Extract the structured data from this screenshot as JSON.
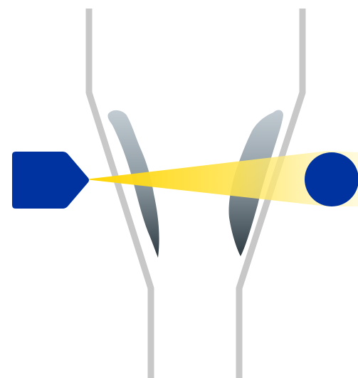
{
  "diagram": {
    "components": [
      "pipe-wall-left",
      "pipe-wall-right",
      "deposit-left",
      "deposit-right",
      "light-emitter",
      "light-beam",
      "light-receiver"
    ]
  },
  "colors": {
    "background": "#ffffff",
    "pipe_wall": "#c8c8c8",
    "emitter": "#0033a0",
    "receiver": "#0033a0",
    "beam_start": "#ffd400",
    "beam_end": "#fff6c0",
    "deposit_top": "#c3ccd3",
    "deposit_mid": "#8a979f",
    "deposit_bottom": "#2e3b42"
  }
}
